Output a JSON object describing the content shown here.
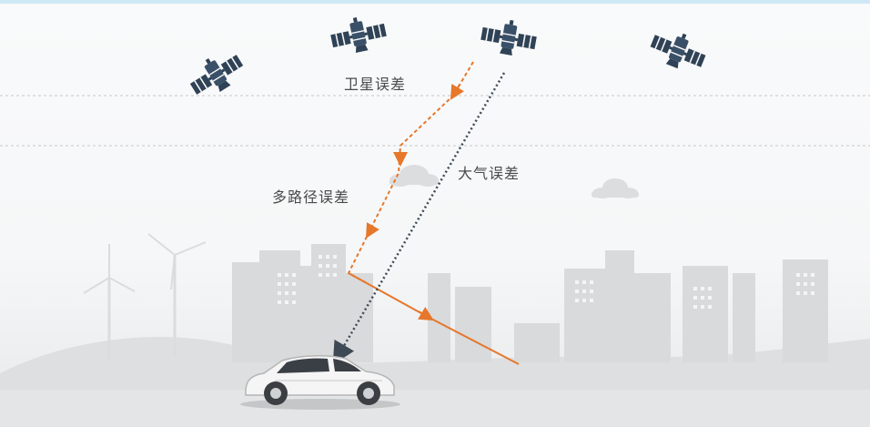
{
  "labels": {
    "satellite_error": "卫星误差",
    "atmospheric_error": "大气误差",
    "multipath_error": "多路径误差"
  },
  "colors": {
    "satellite_body": "#3a5068",
    "satellite_panel": "#2f4256",
    "orange_path": "#e6772b",
    "atmospheric_path": "#3d4a55",
    "city_gray": "#d9dadb",
    "cloud_gray": "#dcdddf",
    "guide_line": "#c8c8c8",
    "label_text": "#4a4a4a"
  },
  "icons": {
    "satellites": [
      "satellite-icon",
      "satellite-icon",
      "satellite-icon",
      "satellite-icon"
    ],
    "vehicle": "car-icon",
    "clouds": [
      "cloud-icon",
      "cloud-icon"
    ],
    "turbines": [
      "wind-turbine-icon",
      "wind-turbine-icon"
    ]
  }
}
